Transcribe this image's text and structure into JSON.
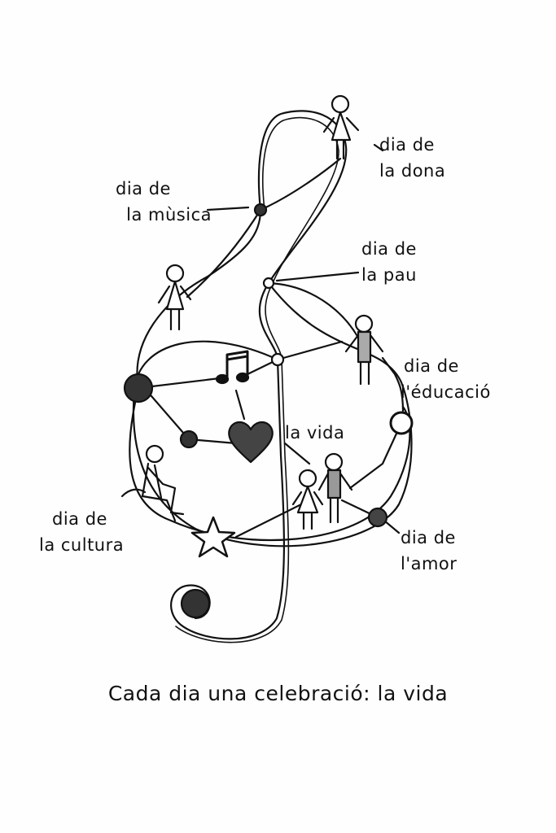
{
  "labels": {
    "dona": [
      "dia de",
      "la dona"
    ],
    "musica": [
      "dia de",
      "la mùsica"
    ],
    "pau": [
      "dia de",
      "la pau"
    ],
    "educacio": [
      "dia de",
      "l'éducació"
    ],
    "vida": "la vida",
    "cultura": [
      "dia de",
      "la cultura"
    ],
    "amor": [
      "dia de",
      "l'amor"
    ]
  },
  "caption": "Cada dia una celebració: la vida",
  "colors": {
    "ink": "#111111",
    "background": "#fefefe"
  }
}
